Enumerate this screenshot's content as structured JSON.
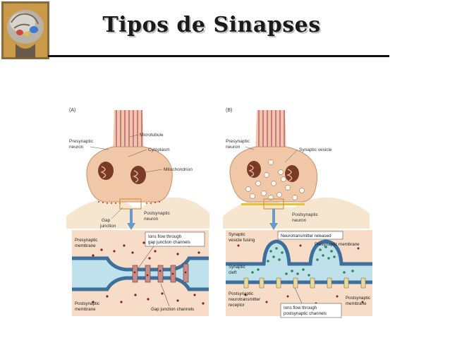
{
  "slide": {
    "title": "Tipos de Sinapses"
  },
  "panel_a": {
    "letter": "(A)",
    "presynaptic_neuron": [
      "Presynaptic",
      "neuron"
    ],
    "microtubule": "Microtubule",
    "cytoplasm": "Cytoplasm",
    "mitochondrion": "Mitochondrion",
    "postsynaptic_neuron": [
      "Postsynaptic",
      "neuron"
    ],
    "gap_junction": [
      "Gap",
      "junction"
    ],
    "ions_flow": [
      "Ions flow through",
      "gap junction channels"
    ],
    "presynaptic_membrane": [
      "Presynaptic",
      "membrane"
    ],
    "postsynaptic_membrane": [
      "Postsynaptic",
      "membrane"
    ],
    "gap_junction_channels": "Gap junction channels"
  },
  "panel_b": {
    "letter": "(B)",
    "presynaptic_neuron": [
      "Presynaptic",
      "neuron"
    ],
    "synaptic_vesicle": "Synaptic vesicle",
    "postsynaptic_neuron": [
      "Postsynaptic",
      "neuron"
    ],
    "synaptic_vesicle_fusing": [
      "Synaptic",
      "vesicle fusing"
    ],
    "neurotransmitter_released": "Neurotransmitter released",
    "presynaptic_membrane": "Presynaptic membrane",
    "synaptic_cleft": [
      "Synaptic",
      "cleft"
    ],
    "postsynaptic_receptor": [
      "Postsynaptic",
      "neurotransmitter",
      "receptor"
    ],
    "ions_flow": [
      "Ions flow through",
      "postsynaptic channels"
    ],
    "postsynaptic_membrane": [
      "Postsynaptic",
      "membrane"
    ]
  },
  "colors": {
    "neuron": "#f0c8a8",
    "axon_stripes": "#c9788a",
    "mitochondrion": "#7a3a28",
    "cleft": "#bfe1ec",
    "membrane": "#3d6f9b",
    "vesicle": "#2e8a4e",
    "ion": "#8c1e1e"
  }
}
